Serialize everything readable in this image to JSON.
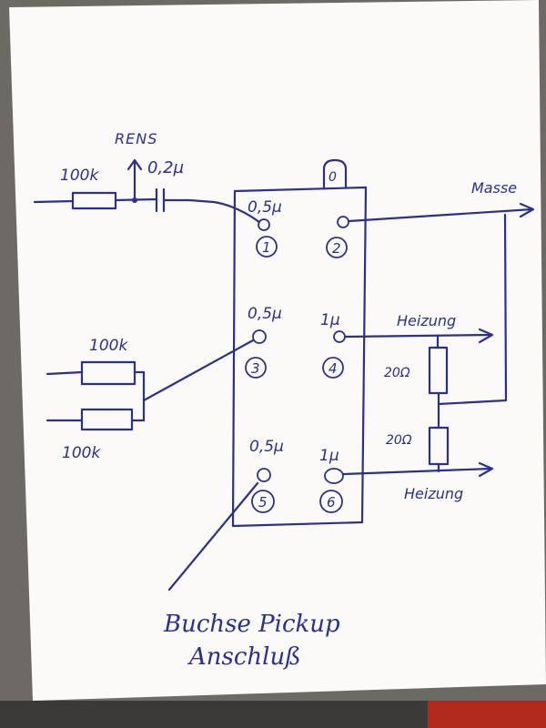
{
  "top_labels": {
    "rens": "RENS",
    "resistor_in": "100k",
    "cap_in": "0,2µ",
    "masse": "Masse"
  },
  "socket": {
    "key_mark": "0",
    "pins": [
      {
        "number": "1",
        "cap": "0,5µ"
      },
      {
        "number": "2",
        "cap": ""
      },
      {
        "number": "3",
        "cap": "0,5µ"
      },
      {
        "number": "4",
        "cap": "1µ"
      },
      {
        "number": "5",
        "cap": "0,5µ"
      },
      {
        "number": "6",
        "cap": "1µ"
      }
    ]
  },
  "left_resistors": [
    "100k",
    "100k"
  ],
  "heater": {
    "label_top": "Heizung",
    "label_bottom": "Heizung",
    "resistor_upper": "20Ω",
    "resistor_lower": "20Ω"
  },
  "bottom_note": {
    "line1": "Buchse Pickup",
    "line2": "Anschluß"
  },
  "colors": {
    "ink": "#2a2f93",
    "paper": "#fbfaf8",
    "background": "#6d6a66"
  }
}
